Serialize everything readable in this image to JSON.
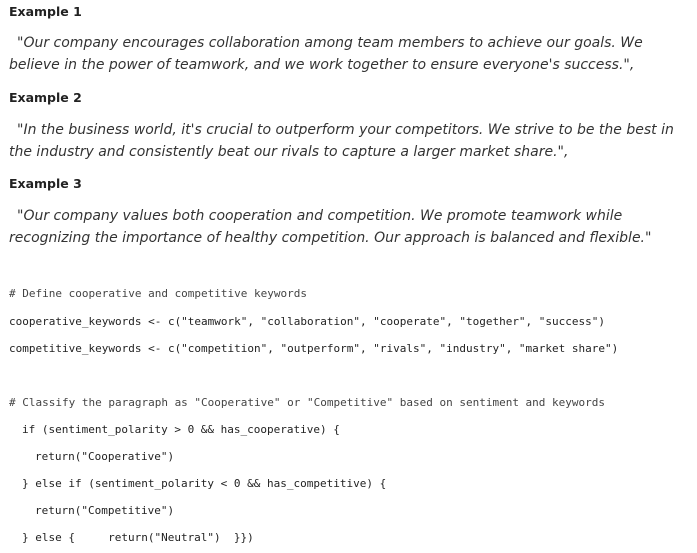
{
  "examples": [
    {
      "heading": "Example 1",
      "text": "\"Our company encourages collaboration among team members to achieve our goals. We believe in the power of teamwork, and we work together to ensure everyone's success.\","
    },
    {
      "heading": "Example 2",
      "text": "\"In the business world, it's crucial to outperform your competitors. We strive to be the best in the industry and consistently beat our rivals to capture a larger market share.\","
    },
    {
      "heading": "Example 3",
      "text": "\"Our company values both cooperation and competition. We promote teamwork while recognizing the importance of healthy competition. Our approach is balanced and flexible.\""
    }
  ],
  "code": {
    "comment_keywords": "# Define cooperative and competitive keywords",
    "cooperative_keywords": "cooperative_keywords <- c(\"teamwork\", \"collaboration\", \"cooperate\", \"together\", \"success\")",
    "competitive_keywords": "competitive_keywords <- c(\"competition\", \"outperform\", \"rivals\", \"industry\", \"market share\")",
    "comment_classify": "# Classify the paragraph as \"Cooperative\" or \"Competitive\" based on sentiment and keywords",
    "if_line": "if (sentiment_polarity > 0 && has_cooperative) {",
    "return_cooperative": "return(\"Cooperative\")",
    "else_if_line": "} else if (sentiment_polarity < 0 && has_competitive) {",
    "return_competitive": "return(\"Competitive\")",
    "else_line": "} else {     return(\"Neutral\")  }})"
  }
}
